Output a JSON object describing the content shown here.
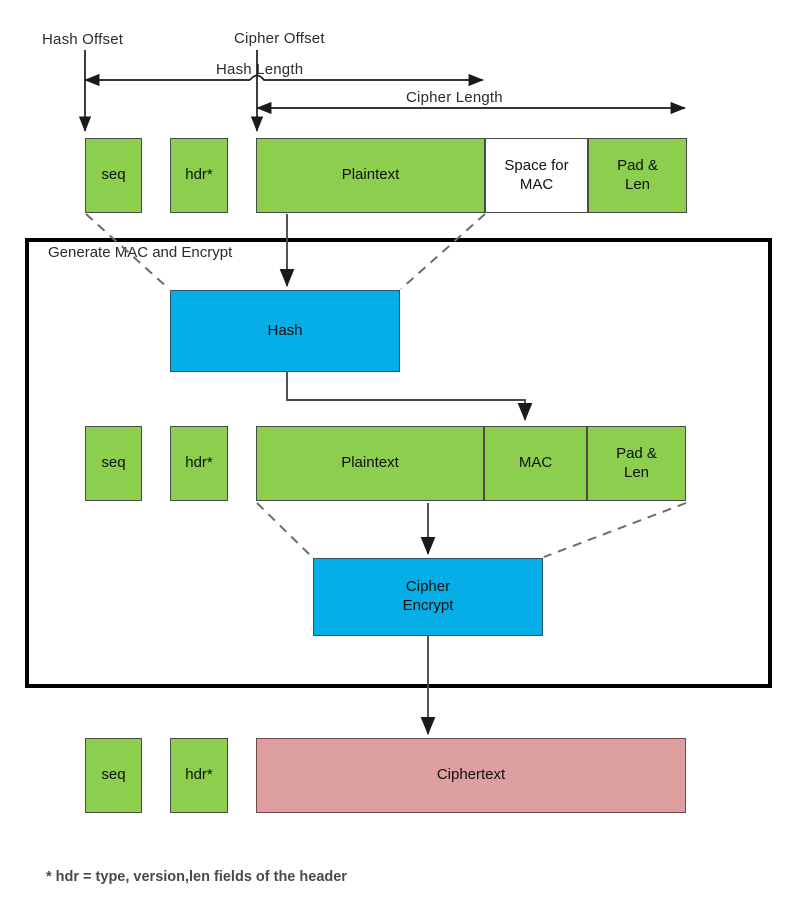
{
  "diagram": {
    "title_labels": {
      "hash_offset": "Hash Offset",
      "cipher_offset": "Cipher Offset",
      "hash_length": "Hash Length",
      "cipher_length": "Cipher Length"
    },
    "row_input": {
      "name": "input-record-row",
      "blocks": [
        {
          "id": "seq",
          "label": "seq",
          "color": "#8CCE4E"
        },
        {
          "id": "hdr",
          "label": "hdr*",
          "color": "#8CCE4E"
        },
        {
          "id": "plaintext",
          "label": "Plaintext",
          "color": "#8CCE4E"
        },
        {
          "id": "space-for-mac",
          "label_line1": "Space for",
          "label_line2": "MAC",
          "color": "#FFFFFF"
        },
        {
          "id": "pad-len",
          "label_line1": "Pad &",
          "label_line2": "Len",
          "color": "#8CCE4E"
        }
      ]
    },
    "process_box": {
      "label": "Generate MAC and Encrypt"
    },
    "hash_op": {
      "label": "Hash",
      "color": "#06AEE8"
    },
    "row_maced": {
      "name": "maced-record-row",
      "blocks": [
        {
          "id": "seq",
          "label": "seq",
          "color": "#8CCE4E"
        },
        {
          "id": "hdr",
          "label": "hdr*",
          "color": "#8CCE4E"
        },
        {
          "id": "plaintext",
          "label": "Plaintext",
          "color": "#8CCE4E"
        },
        {
          "id": "mac",
          "label": "MAC",
          "color": "#8CCE4E"
        },
        {
          "id": "pad-len",
          "label_line1": "Pad &",
          "label_line2": "Len",
          "color": "#8CCE4E"
        }
      ]
    },
    "cipher_op": {
      "label_line1": "Cipher",
      "label_line2": "Encrypt",
      "color": "#06AEE8"
    },
    "row_output": {
      "name": "output-record-row",
      "blocks": [
        {
          "id": "seq",
          "label": "seq",
          "color": "#8CCE4E"
        },
        {
          "id": "hdr",
          "label": "hdr*",
          "color": "#8CCE4E"
        },
        {
          "id": "ciphertext",
          "label": "Ciphertext",
          "color": "#DD9F9F"
        }
      ]
    },
    "footnote": "* hdr = type,  version,len fields of the header"
  }
}
